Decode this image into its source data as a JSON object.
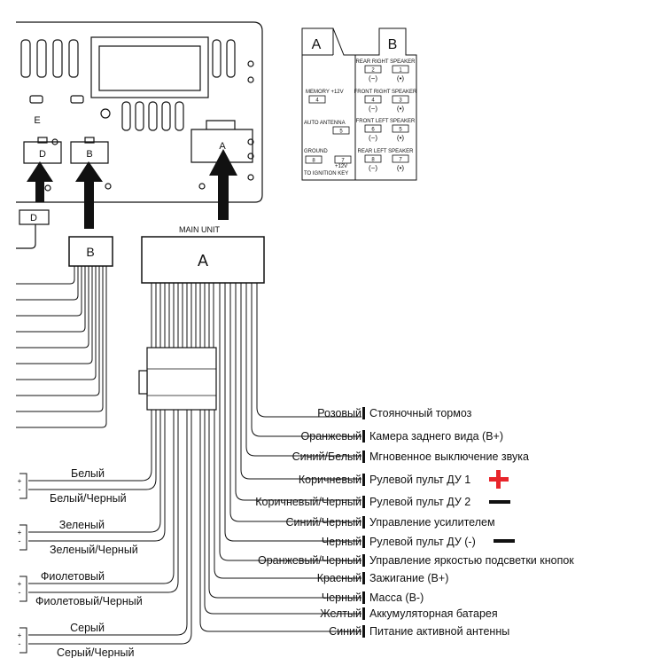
{
  "head_unit": {
    "label_e": "E",
    "label_d": "D",
    "label_b": "B",
    "label_a": "A",
    "label_d_plug": "D",
    "main_unit": "MAIN UNIT",
    "connector_b": "B",
    "connector_a": "A"
  },
  "pinout": {
    "header_a": "A",
    "header_b": "B",
    "a_pins": [
      {
        "label": "MEMORY +12V",
        "pin": "4"
      },
      {
        "label": "AUTO ANTENNA",
        "pin": "5"
      },
      {
        "label": "GROUND",
        "pin": "8"
      },
      {
        "label": "+12V",
        "pin": "7"
      },
      {
        "label": "TO IGNITION KEY",
        "pin": ""
      }
    ],
    "b_groups": [
      {
        "title": "REAR RIGHT SPEAKER",
        "pin_neg": "2",
        "pin_pos": "1",
        "sign_neg": "(−)",
        "sign_pos": "(•)"
      },
      {
        "title": "FRONT RIGHT SPEAKER",
        "pin_neg": "4",
        "pin_pos": "3",
        "sign_neg": "(−)",
        "sign_pos": "(•)"
      },
      {
        "title": "FRONT LEFT SPEAKER",
        "pin_neg": "6",
        "pin_pos": "5",
        "sign_neg": "(−)",
        "sign_pos": "(•)"
      },
      {
        "title": "REAR LEFT SPEAKER",
        "pin_neg": "8",
        "pin_pos": "7",
        "sign_neg": "(−)",
        "sign_pos": "(•)"
      }
    ]
  },
  "wires_a": [
    {
      "color": "Розовый",
      "function": "Стояночный тормоз"
    },
    {
      "color": "Оранжевый",
      "function": "Камера заднего вида (B+)"
    },
    {
      "color": "Синий/Белый",
      "function": "Мгновенное выключение звука"
    },
    {
      "color": "Коричневый",
      "function": "Рулевой пульт ДУ  1"
    },
    {
      "color": "Коричневый/Черный",
      "function": "Рулевой пульт ДУ  2"
    },
    {
      "color": "Синий/Черный",
      "function": "Управление усилителем"
    },
    {
      "color": "Черный",
      "function": "Рулевой пульт ДУ (-)"
    },
    {
      "color": "Оранжевый/Черный",
      "function": "Управление яркостью подсветки кнопок"
    },
    {
      "color": "Красный",
      "function": "Зажигание (B+)"
    },
    {
      "color": "Черный",
      "function": "Масса (B-)"
    },
    {
      "color": "Желтый",
      "function": "Аккумуляторная батарея"
    },
    {
      "color": "Синий",
      "function": "Питание активной антенны"
    }
  ],
  "speaker_wires": [
    {
      "positive": "Белый",
      "negative": "Белый/Черный"
    },
    {
      "positive": "Зеленый",
      "negative": "Зеленый/Черный"
    },
    {
      "positive": "Фиолетовый",
      "negative": "Фиолетовый/Черный"
    },
    {
      "positive": "Серый",
      "negative": "Серый/Черный"
    }
  ],
  "colors": {
    "plus_marker": "#e8252b",
    "ink": "#111111"
  }
}
